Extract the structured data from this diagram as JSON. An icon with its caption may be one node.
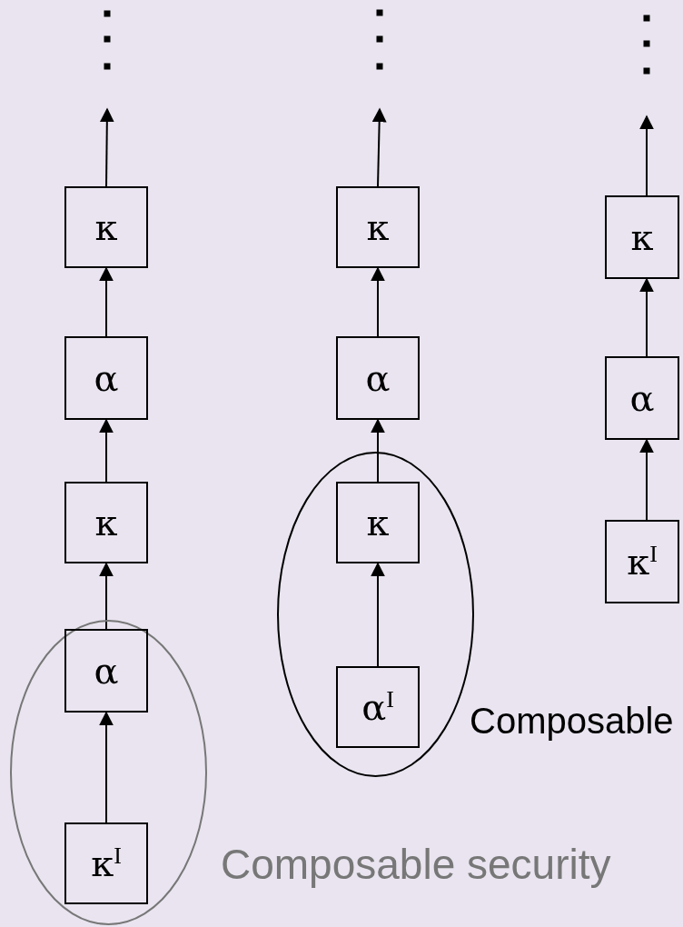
{
  "diagram": {
    "nodes": [
      {
        "text": [
          "κ"
        ]
      },
      {
        "text": [
          "α"
        ]
      },
      {
        "text": [
          "κ"
        ]
      },
      {
        "text": [],
        "shape": "ellipse"
      },
      {
        "text": [
          "α"
        ],
        "in": 3
      },
      {
        "text": [
          "κ$^{I}$"
        ],
        "in": 3
      },
      {
        "text": [
          "κ"
        ]
      },
      {
        "text": [
          "α"
        ]
      },
      {
        "text": [],
        "shape": "ellipse"
      },
      {
        "text": [
          "κ"
        ],
        "in": 8
      },
      {
        "text": [
          "α$^{I}$"
        ],
        "in": 8
      },
      {
        "text": [
          "κ"
        ]
      },
      {
        "text": [
          "α"
        ]
      },
      {
        "text": [
          "κ$^{I}$"
        ]
      }
    ],
    "edges": [
      {
        "from": 5,
        "to": 4,
        "arrow": "to"
      },
      {
        "from": 4,
        "to": 2,
        "arrow": "to"
      },
      {
        "from": 2,
        "to": 1,
        "arrow": "to"
      },
      {
        "from": 1,
        "to": 0,
        "arrow": "to"
      },
      {
        "from": 0,
        "to": null,
        "arrow": "to"
      },
      {
        "from": 10,
        "to": 9,
        "arrow": "to"
      },
      {
        "from": 9,
        "to": 7,
        "arrow": "to"
      },
      {
        "from": 7,
        "to": 6,
        "arrow": "to"
      },
      {
        "from": 6,
        "to": null,
        "arrow": "to"
      },
      {
        "from": 13,
        "to": 12,
        "arrow": "to"
      },
      {
        "from": 12,
        "to": 11,
        "arrow": "to"
      },
      {
        "from": 11,
        "to": null,
        "arrow": "to"
      }
    ],
    "labels": [
      "Composable",
      "Composable security"
    ]
  }
}
